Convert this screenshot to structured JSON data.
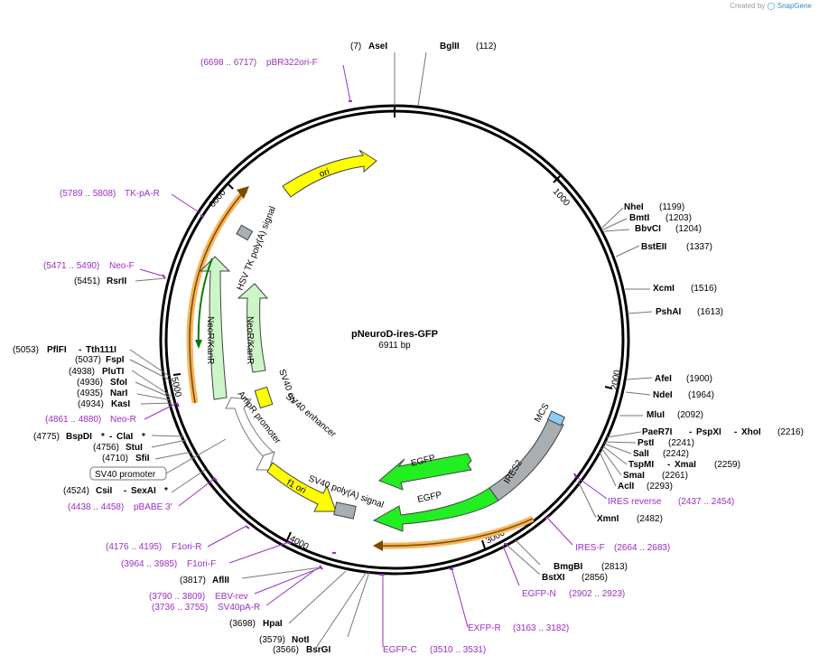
{
  "credit": {
    "prefix": "Created by",
    "brand": "SnapGene"
  },
  "plasmid": {
    "name": "pNeuroD-ires-GFP",
    "size": "6911 bp"
  },
  "ticks": [
    "1000",
    "2000",
    "3000",
    "4000",
    "5000",
    "6000"
  ],
  "features": {
    "ori": "ori",
    "hsv_tk_polya": "HSV TK poly(A) signal",
    "neor_outer": "NeoR/KanR",
    "neor_inner": "NeoR/KanR",
    "sv40_ori": "SV40 ori",
    "sv40_enhancer": "SV40 enhancer",
    "ampr_promoter": "AmpR promoter",
    "f1_ori": "f1 ori",
    "sv40_polya": "SV40 poly(A) signal",
    "egfp_inner": "EGFP",
    "egfp_outer": "EGFP",
    "ires2": "IRES2",
    "mcs": "MCS",
    "sv40_promoter": "SV40 promoter"
  },
  "sites": {
    "asei": {
      "name": "AseI",
      "pos": "(7)"
    },
    "bglii": {
      "name": "BglII",
      "pos": "(112)"
    },
    "nhei": {
      "name": "NheI",
      "pos": "(1199)"
    },
    "bmti": {
      "name": "BmtI",
      "pos": "(1203)"
    },
    "bbvci": {
      "name": "BbvCI",
      "pos": "(1204)"
    },
    "bsteii": {
      "name": "BstEII",
      "pos": "(1337)"
    },
    "xcmi": {
      "name": "XcmI",
      "pos": "(1516)"
    },
    "pshai": {
      "name": "PshAI",
      "pos": "(1613)"
    },
    "afei": {
      "name": "AfeI",
      "pos": "(1900)"
    },
    "ndei": {
      "name": "NdeI",
      "pos": "(1964)"
    },
    "mlui": {
      "name": "MluI",
      "pos": "(2092)"
    },
    "pae_psp_xho": {
      "name1": "PaeR7I",
      "sep1": "-",
      "name2": "PspXI",
      "sep2": "-",
      "name3": "XhoI",
      "pos": "(2216)"
    },
    "psti": {
      "name": "PstI",
      "pos": "(2241)"
    },
    "sali": {
      "name": "SalI",
      "pos": "(2242)"
    },
    "tspmi_xmai": {
      "name1": "TspMI",
      "sep": "-",
      "name2": "XmaI",
      "pos": "(2259)"
    },
    "smai": {
      "name": "SmaI",
      "pos": "(2261)"
    },
    "acli": {
      "name": "AclI",
      "pos": "(2293)"
    },
    "xmni": {
      "name": "XmnI",
      "pos": "(2482)"
    },
    "bmgbi": {
      "name": "BmgBI",
      "pos": "(2813)"
    },
    "bstxi": {
      "name": "BstXI",
      "pos": "(2856)"
    },
    "ngomiv": {
      "name": "",
      "pos": ""
    },
    "bsrgi": {
      "name": "BsrGI",
      "pos": "(3566)"
    },
    "noti": {
      "name": "NotI",
      "pos": "(3579)"
    },
    "hpai": {
      "name": "HpaI",
      "pos": "(3698)"
    },
    "aflii": {
      "name": "AflII",
      "pos": "(3817)"
    },
    "csii_sexai": {
      "name1": "CsiI",
      "sep": "-",
      "name2": "SexAI",
      "star": "*",
      "pos": "(4524)"
    },
    "sfii": {
      "name": "SfiI",
      "pos": "(4710)"
    },
    "stui": {
      "name": "StuI",
      "pos": "(4756)"
    },
    "bspdi_clai": {
      "name1": "BspDI",
      "star1": "*",
      "sep": "-",
      "name2": "ClaI",
      "star2": "*",
      "pos": "(4775)"
    },
    "kasi": {
      "name": "KasI",
      "pos": "(4934)"
    },
    "nari": {
      "name": "NarI",
      "pos": "(4935)"
    },
    "sfoi": {
      "name": "SfoI",
      "pos": "(4936)"
    },
    "pluti": {
      "name": "PluTI",
      "pos": "(4938)"
    },
    "fspi": {
      "name": "FspI",
      "pos": "(5037)"
    },
    "pflfi_tth": {
      "name1": "PflFI",
      "sep": "-",
      "name2": "Tth111I",
      "pos": "(5053)"
    },
    "rsrii": {
      "name": "RsrII",
      "pos": "(5451)"
    }
  },
  "primers": {
    "pbr322": {
      "name": "pBR322ori-F",
      "range": "(6698 .. 6717)"
    },
    "tkpa": {
      "name": "TK-pA-R",
      "range": "(5789 .. 5808)"
    },
    "neof": {
      "name": "Neo-F",
      "range": "(5471 .. 5490)"
    },
    "neor": {
      "name": "Neo-R",
      "range": "(4861 .. 4880)"
    },
    "pbabe": {
      "name": "pBABE 3'",
      "range": "(4438 .. 4458)"
    },
    "f1orir": {
      "name": "F1ori-R",
      "range": "(4176 .. 4195)"
    },
    "f1orif": {
      "name": "F1ori-F",
      "range": "(3964 .. 3985)"
    },
    "ebvrev": {
      "name": "EBV-rev",
      "range": "(3790 .. 3809)"
    },
    "sv40par": {
      "name": "SV40pA-R",
      "range": "(3736 .. 3755)"
    },
    "egfpc": {
      "name": "EGFP-C",
      "range": "(3510 .. 3531)"
    },
    "exfpr": {
      "name": "EXFP-R",
      "range": "(3163 .. 3182)"
    },
    "egfpn": {
      "name": "EGFP-N",
      "range": "(2902 .. 2923)"
    },
    "iresf": {
      "name": "IRES-F",
      "range": "(2664 .. 2683)"
    },
    "iresrev": {
      "name": "IRES reverse",
      "range": "(2437 .. 2454)"
    }
  },
  "colors": {
    "primer": "#9b2fc4",
    "ori": "#ffff00",
    "egfp": "#22ee22",
    "neo": "#cdf6c8",
    "orange": "#f5b55a",
    "ires": "#a9aeb3",
    "mcs": "#8ecbf0"
  }
}
